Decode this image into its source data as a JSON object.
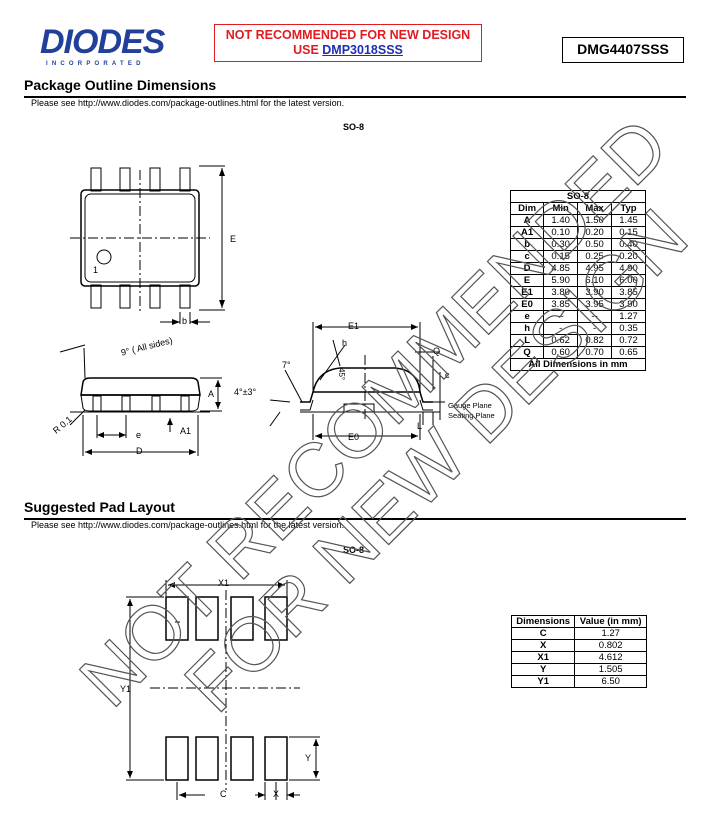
{
  "header": {
    "logo_text": "DIODES",
    "logo_sub": "INCORPORATED",
    "notice_line1": "NOT RECOMMENDED FOR NEW DESIGN",
    "notice_use": "USE",
    "notice_part_link": "DMP3018SSS",
    "part_number": "DMG4407SSS"
  },
  "outline": {
    "title": "Package Outline Dimensions",
    "note": "Please see http://www.diodes.com/package-outlines.html for the latest version.",
    "package": "SO-8",
    "labels": {
      "E": "E",
      "b": "b",
      "pin1": "1",
      "angle9": "9° ( All sides)",
      "A": "A",
      "angle4": "4°±3°",
      "R": "R 0.1",
      "e": "e",
      "A1": "A1",
      "D": "D",
      "E1": "E1",
      "h": "h",
      "angle7": "7°",
      "angle45": "45°",
      "Q": "Q",
      "c": "c",
      "gauge": "Gauge Plane",
      "seating": "Seating Plane",
      "L": "L",
      "E0": "E0"
    },
    "table": {
      "title": "SO-8",
      "headers": [
        "Dim",
        "Min",
        "Max",
        "Typ"
      ],
      "rows": [
        [
          "A",
          "1.40",
          "1.50",
          "1.45"
        ],
        [
          "A1",
          "0.10",
          "0.20",
          "0.15"
        ],
        [
          "b",
          "0.30",
          "0.50",
          "0.40"
        ],
        [
          "c",
          "0.15",
          "0.25",
          "0.20"
        ],
        [
          "D",
          "4.85",
          "4.95",
          "4.90"
        ],
        [
          "E",
          "5.90",
          "6.10",
          "6.00"
        ],
        [
          "E1",
          "3.80",
          "3.90",
          "3.85"
        ],
        [
          "E0",
          "3.85",
          "3.95",
          "3.90"
        ],
        [
          "e",
          "--",
          "--",
          "1.27"
        ],
        [
          "h",
          "-",
          "-",
          "0.35"
        ],
        [
          "L",
          "0.62",
          "0.82",
          "0.72"
        ],
        [
          "Q",
          "0.60",
          "0.70",
          "0.65"
        ]
      ],
      "footer": "All Dimensions in mm"
    }
  },
  "pad": {
    "title": "Suggested Pad Layout",
    "note": "Please see http://www.diodes.com/package-outlines.html for the latest version.",
    "package": "SO-8",
    "labels": {
      "X1": "X1",
      "Y1": "Y1",
      "Y": "Y",
      "C": "C",
      "X": "X"
    },
    "table": {
      "headers": [
        "Dimensions",
        "Value (in mm)"
      ],
      "rows": [
        [
          "C",
          "1.27"
        ],
        [
          "X",
          "0.802"
        ],
        [
          "X1",
          "4.612"
        ],
        [
          "Y",
          "1.505"
        ],
        [
          "Y1",
          "6.50"
        ]
      ]
    }
  },
  "watermark": {
    "line1": "NOT RECOMMENDED",
    "line2": "FOR NEW DESIGN"
  }
}
